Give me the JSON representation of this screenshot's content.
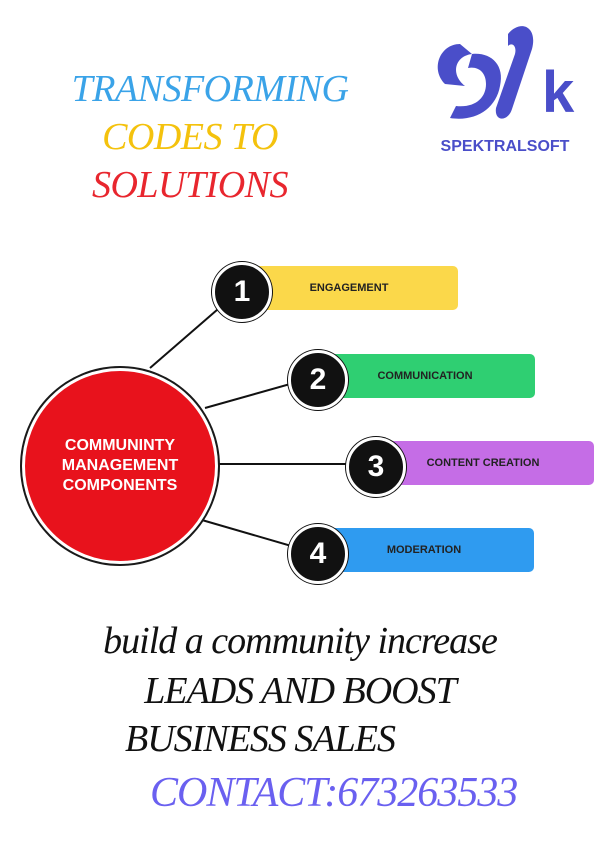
{
  "headline": {
    "line1": "TRANSFORMING",
    "line2": "CODES TO",
    "line3": "SOLUTIONS"
  },
  "logo": {
    "icon": "spektralsoft-logo-icon",
    "brand": "SPEKTRALSOFT",
    "letter": "k"
  },
  "diagram": {
    "hub_label": "COMMUNINTY\nMANAGEMENT\nCOMPONENTS",
    "steps": [
      {
        "number": "1",
        "label": "ENGAGEMENT",
        "color": "#fbd84a"
      },
      {
        "number": "2",
        "label": "COMMUNICATION",
        "color": "#2fcf72"
      },
      {
        "number": "3",
        "label": "CONTENT CREATION",
        "color": "#c56de6"
      },
      {
        "number": "4",
        "label": "MODERATION",
        "color": "#2f9bf0"
      }
    ]
  },
  "tagline": {
    "line1": "build  a community increase",
    "line2": "LEADS AND BOOST",
    "line3": "BUSINESS SALES"
  },
  "contact": "CONTACT:673263533"
}
